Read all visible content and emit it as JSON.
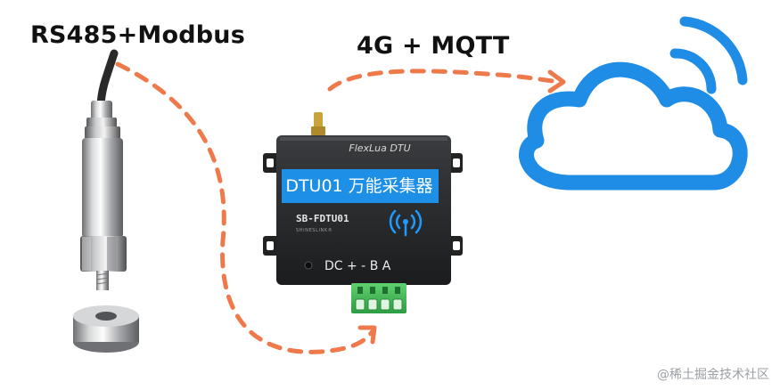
{
  "labels": {
    "sensor_protocol": "RS485+Modbus",
    "cloud_protocol": "4G + MQTT"
  },
  "device": {
    "brand": "FlexLua DTU",
    "title": "DTU01 万能采集器",
    "model": "SB-FDTU01",
    "sub_brand": "SHINESLINK®",
    "ports": "DC  + -  B A"
  },
  "watermark": "@稀土掘金技术社区",
  "colors": {
    "arrow": "#ee7a4c",
    "cloud": "#1f8de6",
    "device_label": "#1d8fe6",
    "terminal": "#3dbb54"
  },
  "icons": {
    "cloud": "cloud-wifi-icon",
    "device_signal": "wireless-signal-icon"
  }
}
